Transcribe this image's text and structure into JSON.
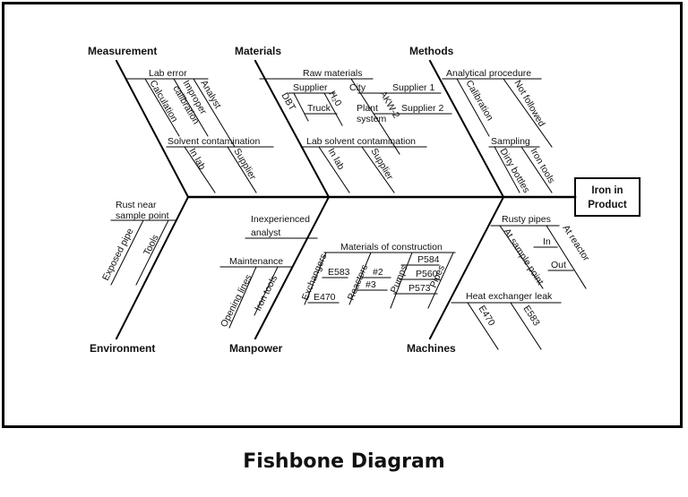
{
  "caption": "Fishbone Diagram",
  "head": {
    "line1": "Iron in",
    "line2": "Product"
  },
  "categories": {
    "measurement": "Measurement",
    "materials": "Materials",
    "methods": "Methods",
    "environment": "Environment",
    "manpower": "Manpower",
    "machines": "Machines"
  },
  "measurement": {
    "lab_error": "Lab error",
    "calculation": "Calculation",
    "improper_calibration_1": "Improper",
    "improper_calibration_2": "calibration",
    "analyst": "Analyst",
    "solvent_contamination": "Solvent contamination",
    "in_lab": "In lab",
    "supplier": "Supplier"
  },
  "materials": {
    "raw_materials": "Raw materials",
    "supplier": "Supplier",
    "city": "City",
    "supplier_1": "Supplier 1",
    "dbt": "DBT",
    "h2o": "H₂0",
    "truck": "Truck",
    "plant_system_1": "Plant",
    "plant_system_2": "system",
    "akw_2": "AKW-2",
    "supplier_2": "Supplier 2",
    "lab_solvent_contamination": "Lab solvent contamination",
    "in_lab": "In lab",
    "supplier_b": "Supplier"
  },
  "methods": {
    "analytical_procedure": "Analytical procedure",
    "calibration": "Calibration",
    "not_followed": "Not followed",
    "sampling": "Sampling",
    "dirty_bottles": "Dirty bottles",
    "iron_tools": "Iron tools"
  },
  "environment": {
    "rust_near_1": "Rust near",
    "rust_near_2": "sample point",
    "exposed_pipe": "Exposed pipe",
    "tools": "Tools"
  },
  "manpower": {
    "inexperienced_1": "Inexperienced",
    "inexperienced_2": "analyst",
    "maintenance": "Maintenance",
    "opening_lines": "Opening lines",
    "iron_tools": "Iron tools"
  },
  "machines": {
    "materials_of_construction": "Materials of construction",
    "exchangers": "Exchangers",
    "e583": "E583",
    "e470": "E470",
    "reactors": "Reactors",
    "r2": "#2",
    "r3": "#3",
    "pumps": "Pumps",
    "p584": "P584",
    "p560": "P560",
    "p573": "P573",
    "pipes": "Pipes",
    "rusty_pipes": "Rusty pipes",
    "at_sample_point": "At sample point",
    "in": "In",
    "at_reactor": "At reactor",
    "out": "Out",
    "heat_exchanger_leak": "Heat exchanger leak",
    "e470_b": "E470",
    "e583_b": "E583"
  }
}
